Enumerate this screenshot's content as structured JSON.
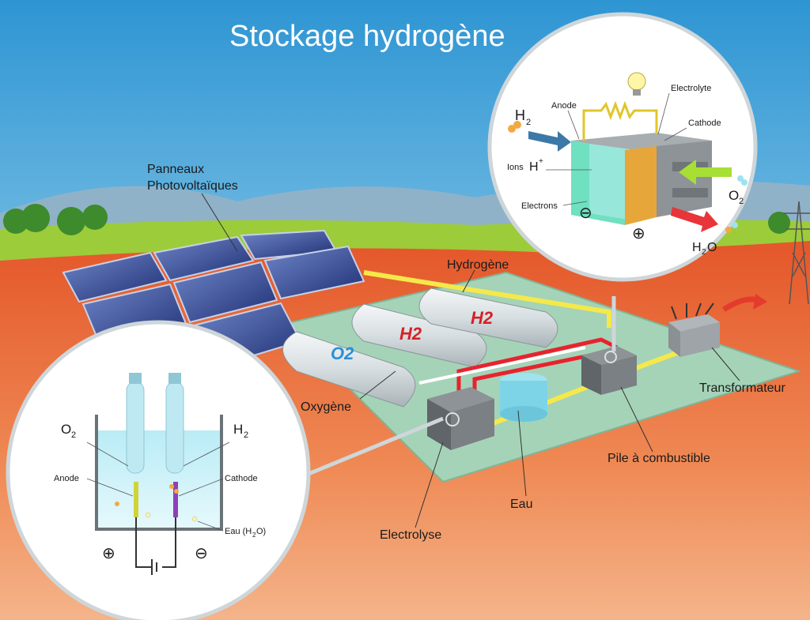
{
  "title": "Stockage hydrogène",
  "labels": {
    "panels_1": "Panneaux",
    "panels_2": "Photovoltaïques",
    "hydrogene": "Hydrogène",
    "oxygene": "Oxygène",
    "transformateur": "Transformateur",
    "pile": "Pile à combustible",
    "eau": "Eau",
    "electrolyse": "Electrolyse"
  },
  "tanks": {
    "o2": "O2",
    "h2a": "H2",
    "h2b": "H2"
  },
  "fuel_cell_inset": {
    "h2": "H",
    "h2_sub": "2",
    "anode": "Anode",
    "electrolyte": "Electrolyte",
    "cathode": "Cathode",
    "ions": "Ions",
    "ions_h": "H",
    "ions_plus": "+",
    "electrons": "Electrons",
    "o2": "O",
    "o2_sub": "2",
    "h2o_h": "H",
    "h2o_sub": "2",
    "h2o_o": "O",
    "minus": "⊖",
    "plus": "⊕"
  },
  "electrolysis_inset": {
    "o2": "O",
    "o2_sub": "2",
    "h2": "H",
    "h2_sub": "2",
    "anode": "Anode",
    "cathode": "Cathode",
    "eau": "Eau (H",
    "eau_sub": "2",
    "eau_end": "O)",
    "plus": "⊕",
    "minus": "⊖"
  },
  "colors": {
    "sky_top": "#3aa0d8",
    "sky_bottom": "#bfe6f3",
    "field": "#e55a25",
    "grass": "#9ccc3a",
    "pad": "#9ecfb0",
    "pipe_yellow": "#f5e94a",
    "pipe_red": "#e8232e",
    "tank": "#dfe6e8"
  }
}
